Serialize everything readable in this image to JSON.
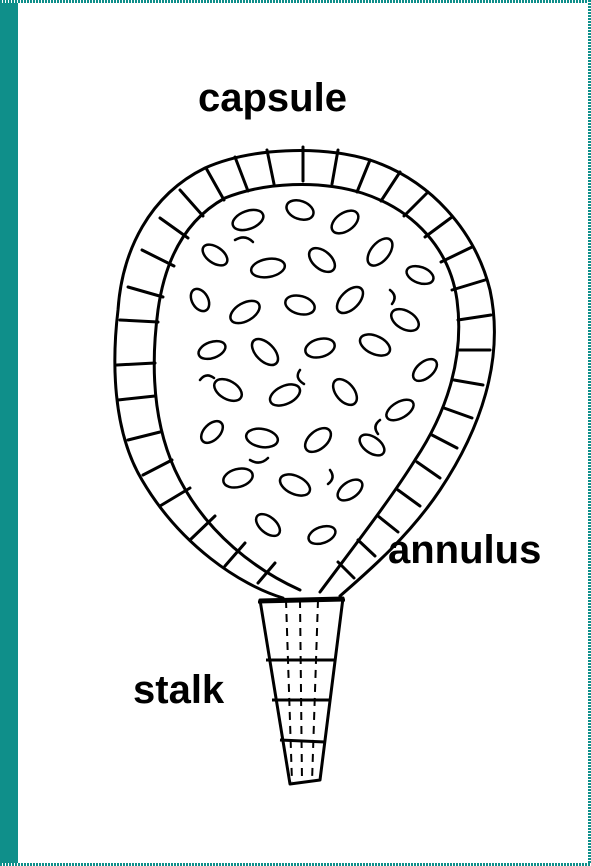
{
  "labels": {
    "capsule": "capsule",
    "annulus": "annulus",
    "stalk": "stalk"
  },
  "colors": {
    "frame": "#0f8f8a",
    "ink": "#000000",
    "background": "#ffffff"
  }
}
